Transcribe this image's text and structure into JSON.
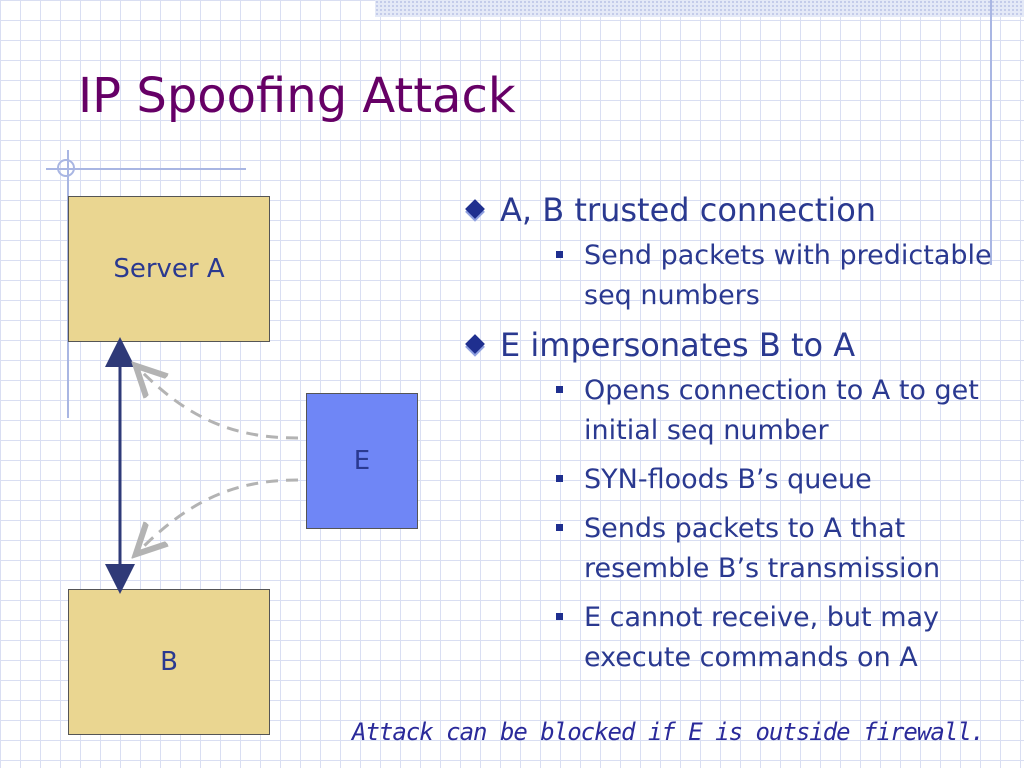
{
  "slide": {
    "title": "IP Spoofing Attack",
    "footnote": "Attack can be blocked if E is outside firewall."
  },
  "diagram": {
    "server_a_label": "Server A",
    "b_label": "B",
    "e_label": "E"
  },
  "bullets": [
    {
      "text": "A, B trusted connection",
      "sub": [
        "Send packets with predictable seq numbers"
      ]
    },
    {
      "text": "E impersonates B to A",
      "sub": [
        "Opens connection to A to get initial seq number",
        "SYN-floods B’s queue",
        "Sends packets to A that resemble B’s transmission",
        "E cannot receive, but may execute commands on A"
      ]
    }
  ],
  "colors": {
    "title": "#660066",
    "text": "#2a3990",
    "server_box": "#ead691",
    "attacker_box": "#6f86f6",
    "dashed_arrow": "#b3b3b3"
  },
  "icons": {
    "level1_bullet": "diamond-bullet-icon",
    "level2_bullet": "square-bullet-icon"
  }
}
